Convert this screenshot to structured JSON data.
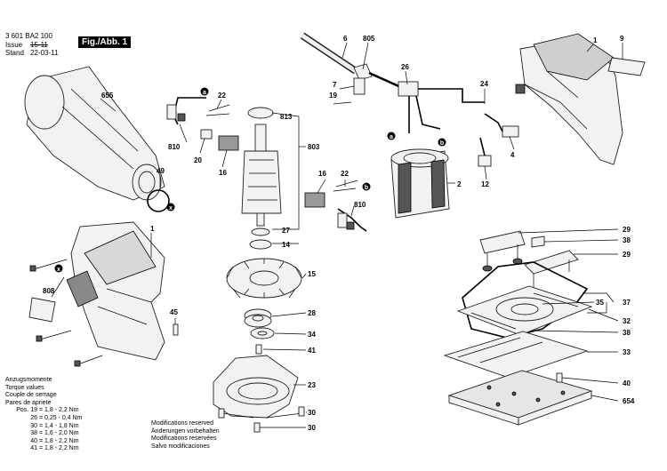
{
  "header": {
    "doc_number": "3 601 BA2 100",
    "issue_label": "Issue",
    "issue_value": "15-11",
    "stand_label": "Stand",
    "stand_value": "22-03-11",
    "figure_label": "Fig./Abb. 1"
  },
  "callouts": [
    "655",
    "49",
    "1",
    "808",
    "45",
    "22",
    "810",
    "20",
    "16",
    "813",
    "803",
    "27",
    "14",
    "15",
    "28",
    "34",
    "41",
    "23",
    "30",
    "30",
    "6",
    "805",
    "7",
    "19",
    "26",
    "24",
    "1",
    "9",
    "4",
    "12",
    "2",
    "16",
    "22",
    "810",
    "29",
    "38",
    "29",
    "37",
    "35",
    "32",
    "38",
    "33",
    "40",
    "654"
  ],
  "markers": [
    "a",
    "b",
    "a",
    "b",
    "x",
    "x"
  ],
  "torque": {
    "heading_lines": [
      "Anzugsmomente",
      "Torque values",
      "Couple de serrage",
      "Pares de apriete"
    ],
    "rows": [
      {
        "pos": "Pos. 19",
        "value": "= 1,8 - 2,2 Nm"
      },
      {
        "pos": "26",
        "value": "= 0,25 - 0,4 Nm"
      },
      {
        "pos": "30",
        "value": "= 1,4 - 1,8 Nm"
      },
      {
        "pos": "38",
        "value": "= 1,6 - 2,0 Nm"
      },
      {
        "pos": "40",
        "value": "= 1,8 - 2,2 Nm"
      },
      {
        "pos": "41",
        "value": "= 1,8 - 2,2 Nm"
      }
    ]
  },
  "notes": [
    "Modifications reserved",
    "Änderungen vorbehalten",
    "Modifications reservées",
    "Salvo modificaciones"
  ]
}
